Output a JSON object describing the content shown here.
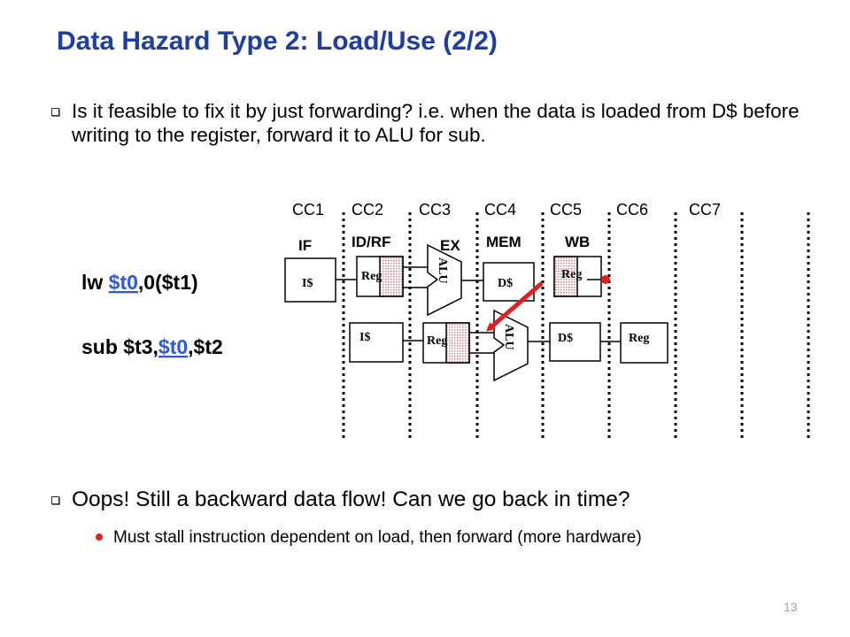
{
  "slide": {
    "title": "Data Hazard Type 2: Load/Use (2/2)",
    "bullet1": "Is it feasible to fix it by just forwarding? i.e. when the data is loaded from D$ before writing to the register, forward it to ALU for sub.",
    "bullet2": "Oops! Still a backward data flow! Can we go back in time?",
    "sub_bullet": "Must stall instruction dependent on load, then forward (more hardware)",
    "page_number": "13"
  },
  "diagram": {
    "clock_cycles": [
      "CC1",
      "CC2",
      "CC3",
      "CC4",
      "CC5",
      "CC6",
      "CC7"
    ],
    "stages": [
      "IF",
      "ID/RF",
      "EX",
      "MEM",
      "WB"
    ],
    "instr1": {
      "op": "lw",
      "reg": "$t0",
      "rest": ",0($t1)"
    },
    "instr2": {
      "op": "sub $t3,",
      "reg": "$t0",
      "rest": ",$t2"
    },
    "units": {
      "icache": "I$",
      "reg": "Reg",
      "alu": "ALU",
      "dcache": "D$"
    },
    "colors": {
      "title": "#1f3fa0",
      "link": "#2f5bd0",
      "arrow": "#e02020",
      "reg_read": "#e8a0a0",
      "bullet_dot": "#e02020"
    }
  }
}
